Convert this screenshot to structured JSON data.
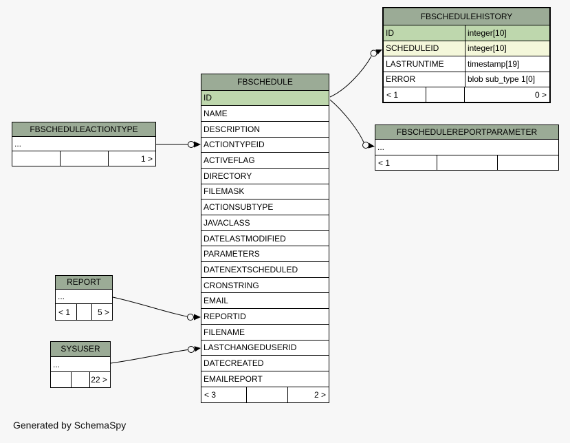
{
  "page": {
    "footer_note": "Generated by SchemaSpy",
    "background_color": "#f7f7f7"
  },
  "colors": {
    "table_header_bg": "#9bab96",
    "primary_key_bg": "#bed7ad",
    "indexed_column_bg": "#f4f7da",
    "row_bg": "#ffffff",
    "border": "#000000"
  },
  "tables": {
    "fbschedulehistory": {
      "title": "FBSCHEDULEHISTORY",
      "emphasized": true,
      "columns": [
        {
          "name": "ID",
          "type": "integer[10]",
          "highlight": "primary_key"
        },
        {
          "name": "SCHEDULEID",
          "type": "integer[10]",
          "highlight": "indexed"
        },
        {
          "name": "LASTRUNTIME",
          "type": "timestamp[19]",
          "highlight": "none"
        },
        {
          "name": "ERROR",
          "type": "blob sub_type 1[0]",
          "highlight": "none"
        }
      ],
      "footer": [
        "< 1",
        "",
        "0 >"
      ]
    },
    "fbschedule": {
      "title": "FBSCHEDULE",
      "emphasized": false,
      "columns": [
        {
          "name": "ID",
          "highlight": "primary_key"
        },
        {
          "name": "NAME",
          "highlight": "none"
        },
        {
          "name": "DESCRIPTION",
          "highlight": "none"
        },
        {
          "name": "ACTIONTYPEID",
          "highlight": "none"
        },
        {
          "name": "ACTIVEFLAG",
          "highlight": "none"
        },
        {
          "name": "DIRECTORY",
          "highlight": "none"
        },
        {
          "name": "FILEMASK",
          "highlight": "none"
        },
        {
          "name": "ACTIONSUBTYPE",
          "highlight": "none"
        },
        {
          "name": "JAVACLASS",
          "highlight": "none"
        },
        {
          "name": "DATELASTMODIFIED",
          "highlight": "none"
        },
        {
          "name": "PARAMETERS",
          "highlight": "none"
        },
        {
          "name": "DATENEXTSCHEDULED",
          "highlight": "none"
        },
        {
          "name": "CRONSTRING",
          "highlight": "none"
        },
        {
          "name": "EMAIL",
          "highlight": "none"
        },
        {
          "name": "REPORTID",
          "highlight": "none"
        },
        {
          "name": "FILENAME",
          "highlight": "none"
        },
        {
          "name": "LASTCHANGEDUSERID",
          "highlight": "none"
        },
        {
          "name": "DATECREATED",
          "highlight": "none"
        },
        {
          "name": "EMAILREPORT",
          "highlight": "none"
        }
      ],
      "footer": [
        "< 3",
        "",
        "2 >"
      ]
    },
    "fbscheduleactiontype": {
      "title": "FBSCHEDULEACTIONTYPE",
      "emphasized": false,
      "columns": [
        {
          "name": "...",
          "highlight": "none"
        }
      ],
      "footer": [
        "",
        "",
        "1 >"
      ]
    },
    "fbschedulereportparameter": {
      "title": "FBSCHEDULEREPORTPARAMETER",
      "emphasized": false,
      "columns": [
        {
          "name": "...",
          "highlight": "none"
        }
      ],
      "footer": [
        "< 1",
        "",
        ""
      ]
    },
    "report": {
      "title": "REPORT",
      "emphasized": false,
      "columns": [
        {
          "name": "...",
          "highlight": "none"
        }
      ],
      "footer": [
        "< 1",
        "",
        "5 >"
      ]
    },
    "sysuser": {
      "title": "SYSUSER",
      "emphasized": false,
      "columns": [
        {
          "name": "...",
          "highlight": "none"
        }
      ],
      "footer": [
        "",
        "",
        "22 >"
      ]
    }
  },
  "relationships": [
    {
      "from": "FBSCHEDULEACTIONTYPE",
      "to": "FBSCHEDULE.ACTIONTYPEID"
    },
    {
      "from": "FBSCHEDULE.ID",
      "to": "FBSCHEDULEHISTORY.SCHEDULEID"
    },
    {
      "from": "FBSCHEDULE.ID",
      "to": "FBSCHEDULEREPORTPARAMETER"
    },
    {
      "from": "REPORT",
      "to": "FBSCHEDULE.REPORTID"
    },
    {
      "from": "SYSUSER",
      "to": "FBSCHEDULE.LASTCHANGEDUSERID"
    }
  ]
}
